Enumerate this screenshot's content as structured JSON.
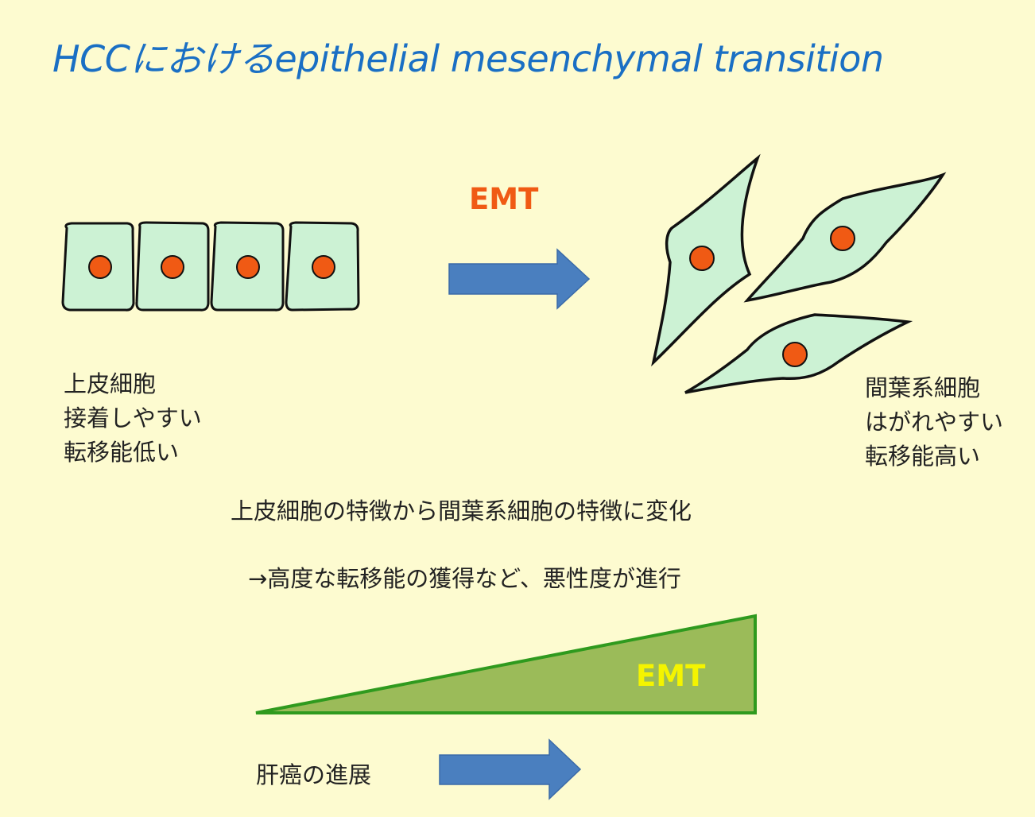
{
  "title": "HCCにおけるepithelial mesenchymal transition",
  "epithelial_label": "EMT",
  "epithelial": {
    "lines": [
      "上皮細胞",
      "接着しやすい",
      "転移能低い"
    ]
  },
  "mesenchymal": {
    "lines": [
      "間葉系細胞",
      "はがれやすい",
      "転移能高い"
    ]
  },
  "statement_1": "上皮細胞の特徴から間葉系細胞の特徴に変化",
  "statement_2": "→高度な転移能の獲得など、悪性度が進行",
  "wedge_label": "EMT",
  "progression_label": "肝癌の進展",
  "colors": {
    "title": "#1a6fc4",
    "background": "#fdfbd0",
    "cell_fill": "#ccf2d4",
    "nucleus": "#f05a14",
    "arrow": "#4a7fbf",
    "emt_top": "#f05a14",
    "wedge_fill": "#9bbb59",
    "wedge_stroke": "#2f9a1e",
    "emt_wedge": "#f4f400"
  }
}
